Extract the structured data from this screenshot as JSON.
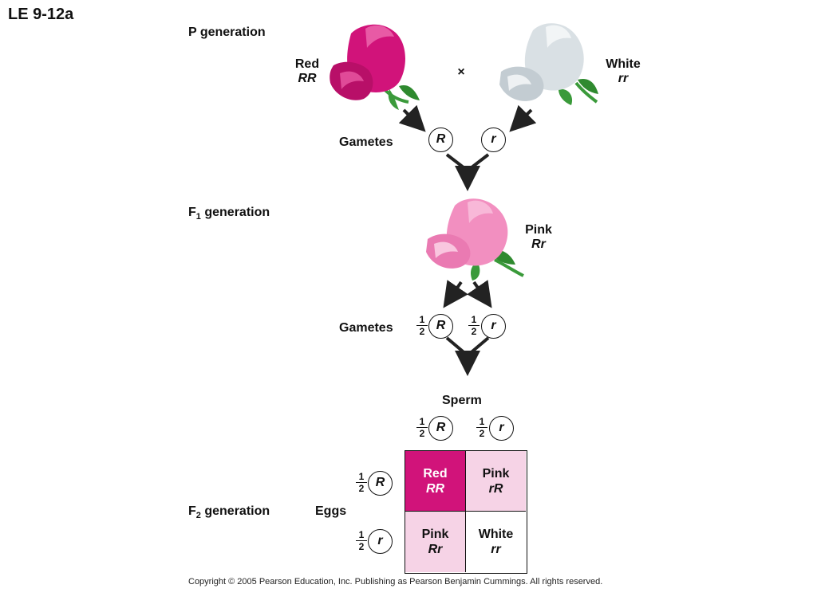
{
  "slide_title": "LE 9-12a",
  "labels": {
    "p_generation": "P generation",
    "f1_generation_prefix": "F",
    "f1_sub": "1",
    "f1_generation_suffix": " generation",
    "f2_generation_prefix": "F",
    "f2_sub": "2",
    "f2_generation_suffix": " generation",
    "gametes_1": "Gametes",
    "gametes_2": "Gametes",
    "sperm": "Sperm",
    "eggs": "Eggs",
    "cross_symbol": "×"
  },
  "parents": {
    "red": {
      "phenotype": "Red",
      "genotype": "RR"
    },
    "white": {
      "phenotype": "White",
      "genotype": "rr"
    }
  },
  "f1": {
    "phenotype": "Pink",
    "genotype": "Rr"
  },
  "alleles": {
    "dominant": "R",
    "recessive": "r",
    "fraction_num": "1",
    "fraction_den": "2"
  },
  "punnett": {
    "cells": [
      {
        "phenotype": "Red",
        "genotype": "RR",
        "color": "#d1137a",
        "text_color": "#ffffff"
      },
      {
        "phenotype": "Pink",
        "genotype": "rR",
        "color": "#f6d3e6",
        "text_color": "#111111"
      },
      {
        "phenotype": "Pink",
        "genotype": "Rr",
        "color": "#f6d3e6",
        "text_color": "#111111"
      },
      {
        "phenotype": "White",
        "genotype": "rr",
        "color": "#ffffff",
        "text_color": "#111111"
      }
    ]
  },
  "colors": {
    "red_flower": "#d1137a",
    "pink_flower": "#f28fc0",
    "white_flower": "#d9e0e4",
    "stem": "#3a9a3a",
    "arrow": "#222222"
  },
  "copyright": "Copyright ©  2005 Pearson Education, Inc. Publishing as Pearson Benjamin Cummings. All rights reserved."
}
